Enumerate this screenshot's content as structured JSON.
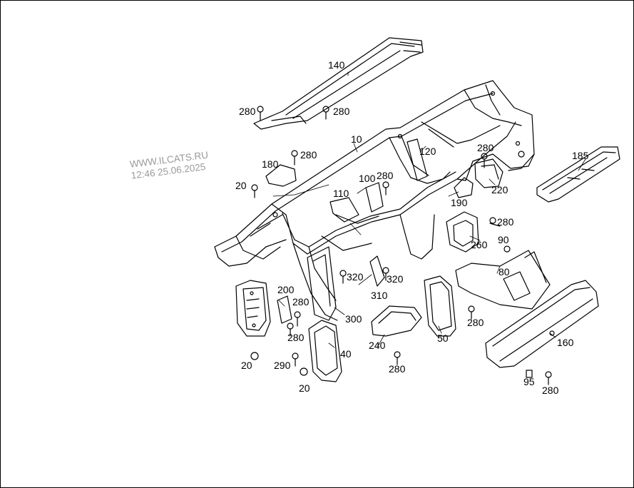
{
  "watermark": {
    "line1": "WWW.ILCATS.RU",
    "line2": "12:46 25.06.2025"
  },
  "callouts": {
    "c10": "10",
    "c20a": "20",
    "c20b": "20",
    "c20c": "20",
    "c40": "40",
    "c50": "50",
    "c80": "80",
    "c90": "90",
    "c95": "95",
    "c100": "100",
    "c110": "110",
    "c120": "120",
    "c140": "140",
    "c160": "160",
    "c180": "180",
    "c185": "185",
    "c190": "190",
    "c200": "200",
    "c220": "220",
    "c240": "240",
    "c260": "260",
    "c280a": "280",
    "c280b": "280",
    "c280c": "280",
    "c280d": "280",
    "c280e": "280",
    "c280f": "280",
    "c280g": "280",
    "c280h": "280",
    "c280i": "280",
    "c280j": "280",
    "c280k": "280",
    "c290": "290",
    "c300": "300",
    "c310": "310",
    "c320a": "320",
    "c320b": "320"
  }
}
